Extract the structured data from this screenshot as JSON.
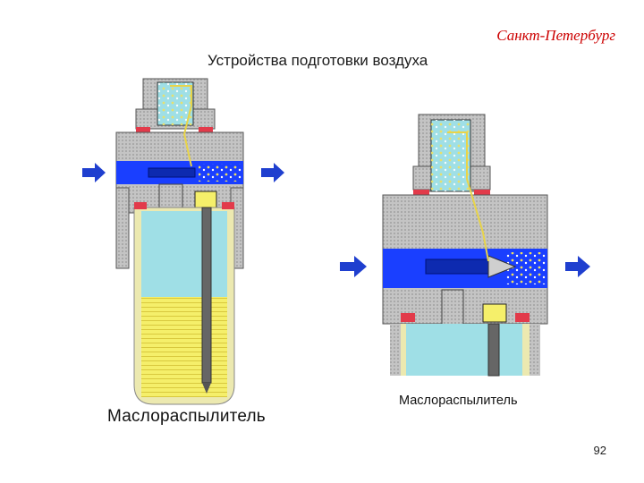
{
  "header": {
    "city": "Санкт-Петербург",
    "title": "Устройства подготовки воздуха"
  },
  "figures": {
    "left_label": "Маслораспылитель",
    "right_label": "Маслораспылитель"
  },
  "footer": {
    "page_number": "92"
  },
  "colors": {
    "body_gray": "#bdbdbd",
    "air_blue": "#1a3fff",
    "oil_cyan": "#9fdfe6",
    "oil_yellow": "#f5ef6a",
    "seal_red": "#e23a4a",
    "arrow_blue": "#1f3fcf",
    "tube_yellow": "#e8d44a"
  }
}
